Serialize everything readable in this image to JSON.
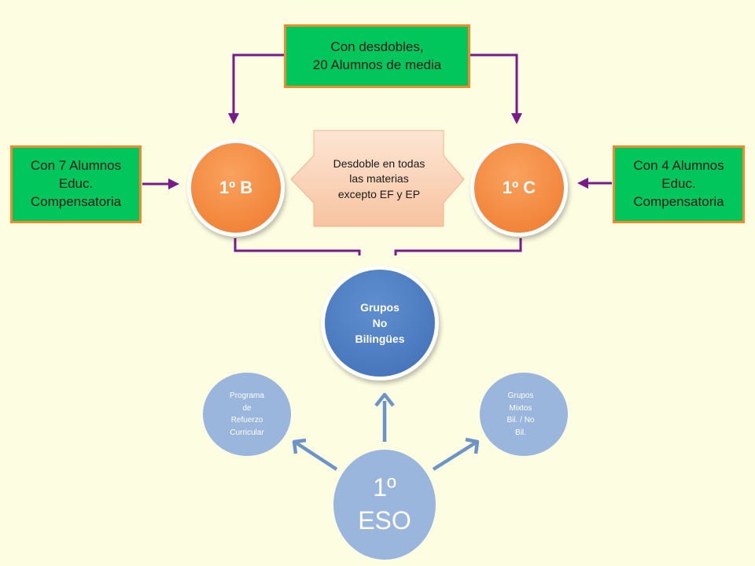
{
  "colors": {
    "background": "#fdfde2",
    "green_box": "#00c65b",
    "box_border": "#f08a2a",
    "orange_circle": "#f38a40",
    "blue_circle": "#4a78bd",
    "light_blue_circle": "#9ab6dc",
    "purple_connector": "#7b1a8a",
    "blue_arrow": "#6d94c8"
  },
  "nodes": {
    "desdobles": "Con desdobles,\n20 Alumnos de media",
    "left_box": "Con 7 Alumnos\nEduc.\nCompensatoria",
    "right_box": "Con  4 Alumnos\nEduc.\nCompensatoria",
    "grupo_b": "1º B",
    "grupo_c": "1º C",
    "desdoble_arrow": "Desdoble en todas\nlas materias\nexcepto EF y EP",
    "no_bilingues": "Grupos\nNo\nBilingües",
    "refuerzo": "Programa\nde\nRefuerzo\nCurricular",
    "mixtos": "Grupos\nMixtos\nBil. / No\nBil.",
    "eso": "1º\nESO"
  }
}
